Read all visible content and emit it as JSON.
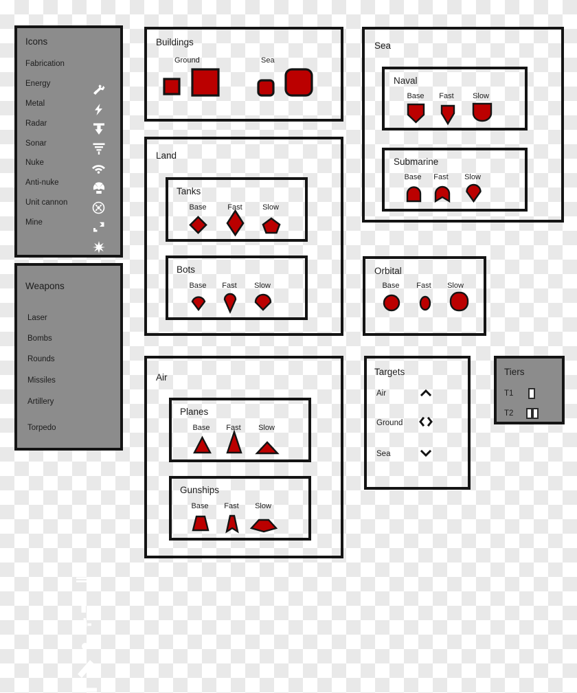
{
  "panels": {
    "icons": {
      "title": "Icons",
      "items": [
        {
          "label": "Fabrication",
          "icon": "wrench-icon"
        },
        {
          "label": "Energy",
          "icon": "lightning-bolt-icon"
        },
        {
          "label": "Metal",
          "icon": "metal-extractor-icon"
        },
        {
          "label": "Radar",
          "icon": "radar-icon"
        },
        {
          "label": "Sonar",
          "icon": "sonar-icon"
        },
        {
          "label": "Nuke",
          "icon": "radiation-icon"
        },
        {
          "label": "Anti-nuke",
          "icon": "anti-nuke-icon"
        },
        {
          "label": "Unit cannon",
          "icon": "unit-cannon-icon"
        },
        {
          "label": "Mine",
          "icon": "mine-star-icon"
        }
      ]
    },
    "weapons": {
      "title": "Weapons",
      "items": [
        {
          "label": "Laser",
          "icon": "laser-double-line-icon"
        },
        {
          "label": "Bombs",
          "icon": "bomb-vertical-bar-icon"
        },
        {
          "label": "Rounds",
          "icon": "rounds-cross-icon"
        },
        {
          "label": "Missiles",
          "icon": "missile-dot-icon"
        },
        {
          "label": "Artillery",
          "icon": "artillery-diagonal-icon"
        },
        {
          "label": "Torpedo",
          "icon": "torpedo-bar-icon"
        }
      ]
    },
    "buildings": {
      "title": "Buildings",
      "groups": [
        {
          "label": "Ground",
          "shapes": [
            "square-small",
            "square-large"
          ]
        },
        {
          "label": "Sea",
          "shapes": [
            "rounded-square-small",
            "rounded-square-large"
          ]
        }
      ]
    },
    "land": {
      "title": "Land",
      "groups": [
        {
          "title": "Tanks",
          "columns": [
            "Base",
            "Fast",
            "Slow"
          ],
          "shapes": [
            "diamond",
            "tall-diamond",
            "pentagon"
          ]
        },
        {
          "title": "Bots",
          "columns": [
            "Base",
            "Fast",
            "Slow"
          ],
          "shapes": [
            "bot-base",
            "bot-fast",
            "bot-slow"
          ]
        }
      ]
    },
    "air": {
      "title": "Air",
      "groups": [
        {
          "title": "Planes",
          "columns": [
            "Base",
            "Fast",
            "Slow"
          ],
          "shapes": [
            "triangle",
            "tall-triangle",
            "wide-triangle"
          ]
        },
        {
          "title": "Gunships",
          "columns": [
            "Base",
            "Fast",
            "Slow"
          ],
          "shapes": [
            "trapezoid",
            "narrow-chevron",
            "wide-trapezoid"
          ]
        }
      ]
    },
    "sea": {
      "title": "Sea",
      "groups": [
        {
          "title": "Naval",
          "columns": [
            "Base",
            "Fast",
            "Slow"
          ],
          "shapes": [
            "shield",
            "narrow-shield-spike",
            "wide-hull"
          ]
        },
        {
          "title": "Submarine",
          "columns": [
            "Base",
            "Fast",
            "Slow"
          ],
          "shapes": [
            "sub-base",
            "sub-fast",
            "sub-slow"
          ]
        }
      ]
    },
    "orbital": {
      "title": "Orbital",
      "columns": [
        "Base",
        "Fast",
        "Slow"
      ],
      "shapes": [
        "circle",
        "small-oval",
        "large-rounded"
      ]
    },
    "targets": {
      "title": "Targets",
      "items": [
        {
          "label": "Air",
          "icon": "chevron-up-icon"
        },
        {
          "label": "Ground",
          "icon": "chevron-left-right-icon"
        },
        {
          "label": "Sea",
          "icon": "chevron-down-icon"
        }
      ]
    },
    "tiers": {
      "title": "Tiers",
      "items": [
        {
          "label": "T1",
          "icon": "single-bar-icon"
        },
        {
          "label": "T2",
          "icon": "double-bar-icon"
        }
      ]
    }
  },
  "colors": {
    "unit_red": "#BB0000",
    "outline": "#141414",
    "panel_grey": "#8c8c8c",
    "glyph_white": "#ffffff",
    "text": "#1c1c1c"
  }
}
